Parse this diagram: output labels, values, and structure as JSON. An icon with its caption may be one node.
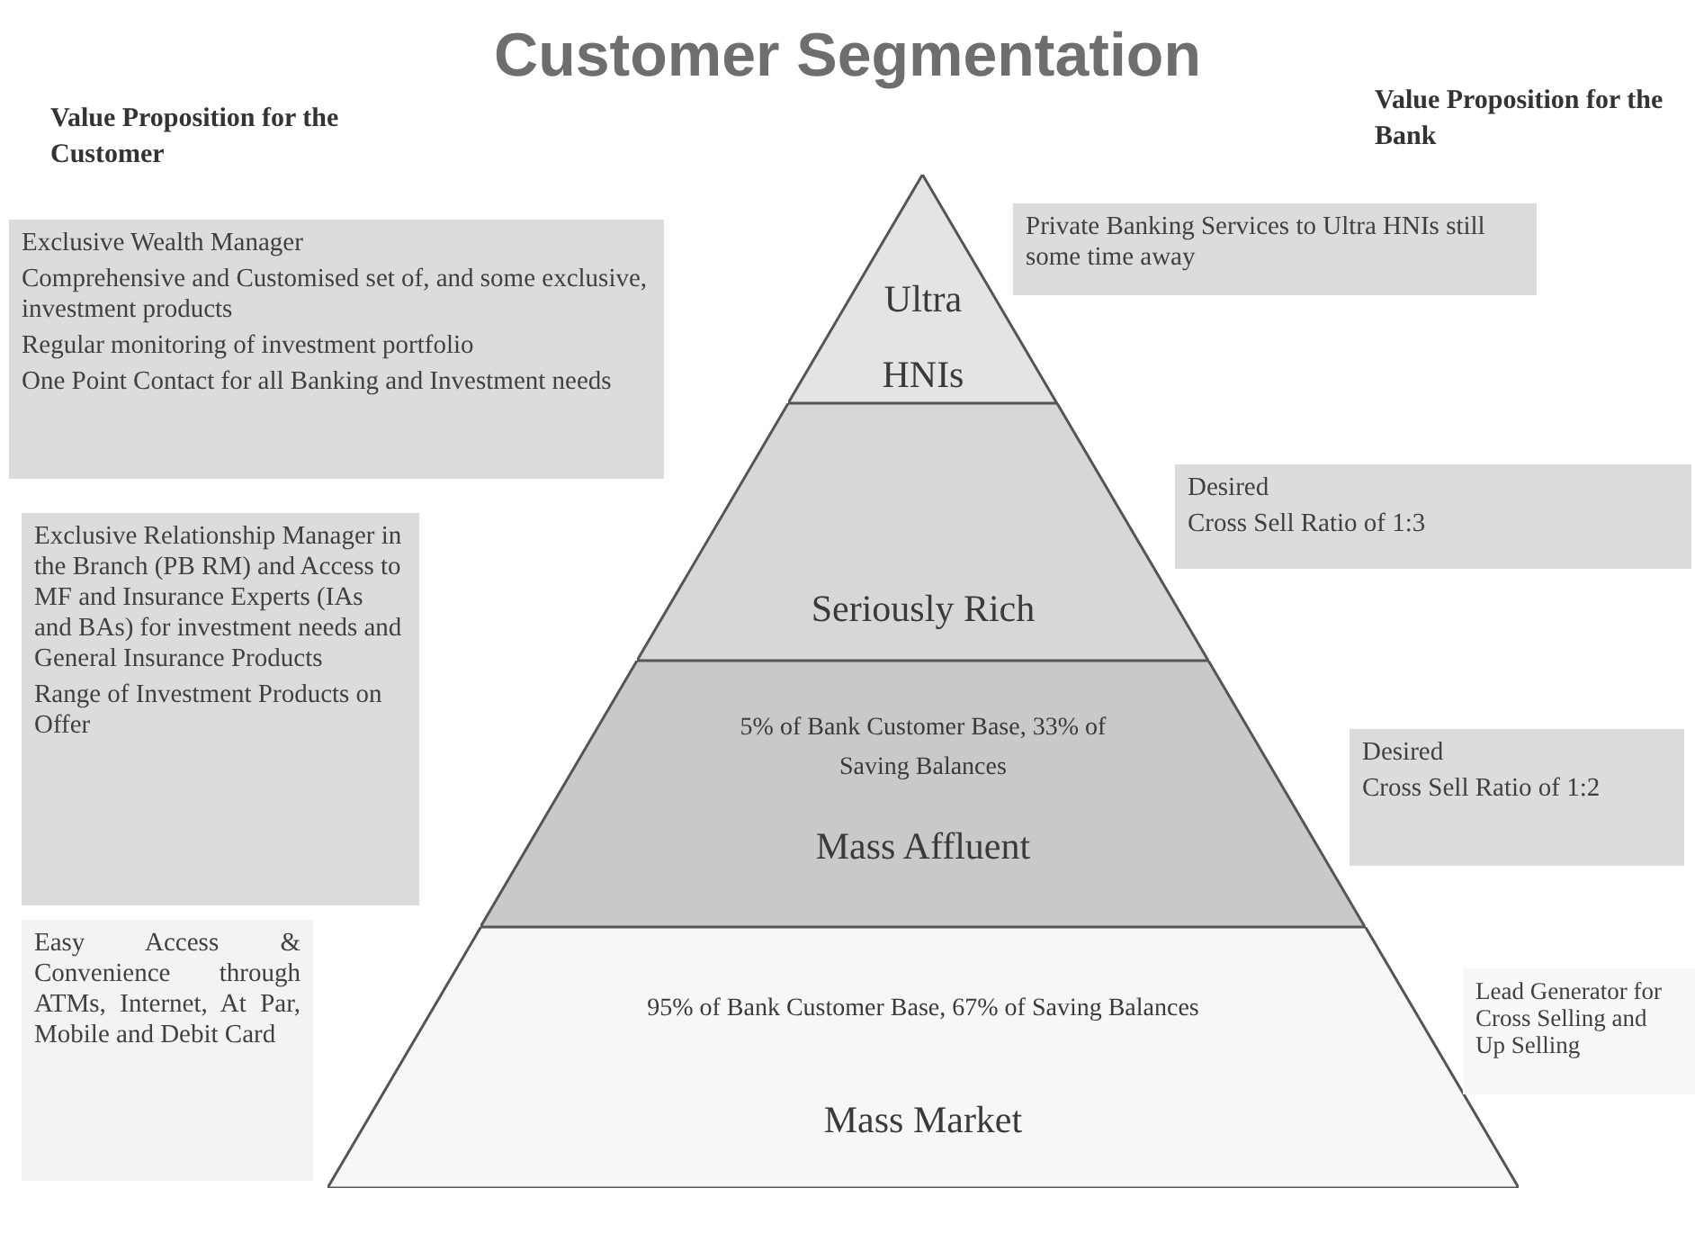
{
  "diagram": {
    "title": "Customer Segmentation",
    "nodes": [
      {
        "text": [
          "Ultra HNIs"
        ]
      },
      {
        "text": [
          "Seriously Rich"
        ]
      },
      {
        "text": [
          "5% of Bank Customer Base, 33% of Saving Balances",
          "Mass Affluent"
        ]
      },
      {
        "text": [
          "95% of Bank Customer Base, 67% of Saving Balances",
          "Mass Market"
        ]
      },
      {
        "text": [
          "Exclusive Wealth Manager",
          "Comprehensive and Customised set of, and some exclusive, investment products",
          "Regular monitoring of investment portfolio",
          "One Point Contact for all Banking and Investment needs"
        ]
      },
      {
        "text": [
          "Exclusive Relationship Manager in the Branch (PB RM) and Access to MF and Insurance Experts (IAs and BAs) for investment needs and General Insurance Products",
          "Range of Investment Products on Offer"
        ]
      },
      {
        "text": [
          "Easy Access & Convenience through ATMs, Internet, At Par, Mobile and Debit Card"
        ]
      },
      {
        "text": [
          "Private Banking Services to Ultra HNIs still some time away"
        ]
      },
      {
        "text": [
          "Desired",
          "Cross Sell Ratio of 1:3"
        ]
      },
      {
        "text": [
          "Desired",
          "Cross Sell Ratio of 1:2"
        ]
      },
      {
        "text": [
          "Lead Generator for Cross Selling and Up Selling"
        ]
      }
    ],
    "labels": [
      "Value Proposition for the Customer",
      "Value Proposition for the Bank"
    ]
  }
}
